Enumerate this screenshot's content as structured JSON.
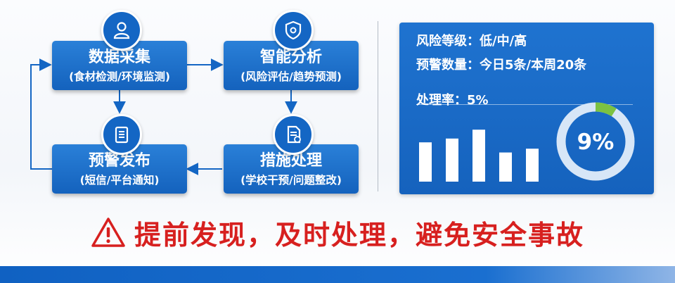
{
  "flow": {
    "steps": [
      {
        "title": "数据采集",
        "subtitle": "(食材检测/环境监测)",
        "icon": "user-icon"
      },
      {
        "title": "智能分析",
        "subtitle": "(风险评估/趋势预测)",
        "icon": "shield-icon"
      },
      {
        "title": "措施处理",
        "subtitle": "(学校干预/问题整改)",
        "icon": "document-icon"
      },
      {
        "title": "预警发布",
        "subtitle": "(短信/平台通知)",
        "icon": "clipboard-icon"
      }
    ]
  },
  "panel": {
    "risk_level": "风险等级：低/中/高",
    "warning_count": "预警数量：今日5条/本周20条",
    "handling_rate": "处理率：5%",
    "gauge_value_label": "9%",
    "gauge_fraction": 0.09
  },
  "chart_data": {
    "type": "bar",
    "categories": [
      "",
      "",
      "",
      "",
      ""
    ],
    "values": [
      62,
      68,
      82,
      46,
      52
    ],
    "ylim": [
      0,
      100
    ],
    "grid": false
  },
  "slogan": {
    "text": "提前发现，及时处理，避免安全事故",
    "icon": "warning-icon"
  },
  "colors": {
    "primary_blue": "#1466c4",
    "alert_red": "#d7201f",
    "gauge_green": "#7cc242"
  }
}
